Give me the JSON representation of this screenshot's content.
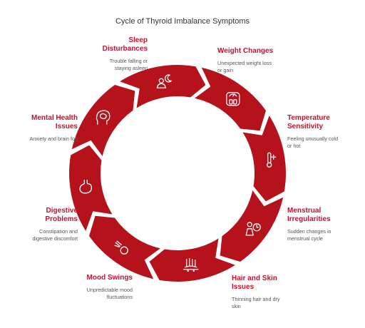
{
  "title": "Cycle of Thyroid Imbalance Symptoms",
  "colors": {
    "accent": "#c8102e",
    "ring": "#b5121b",
    "icon": "#ffffff"
  },
  "segments": [
    {
      "heading": "Weight Changes",
      "description": "Unexpected weight loss\nor gain",
      "icon": "scale-icon"
    },
    {
      "heading": "Temperature\nSensitivity",
      "description": "Feeling unusually cold\nor hot",
      "icon": "thermometer-icon"
    },
    {
      "heading": "Menstrual\nIrregularities",
      "description": "Sudden changes in\nmenstrual cycle",
      "icon": "woman-clock-icon"
    },
    {
      "heading": "Hair and Skin\nIssues",
      "description": "Thinning hair and dry\nskin",
      "icon": "hair-skin-icon"
    },
    {
      "heading": "Mood Swings",
      "description": "Unpredictable mood\nfluctuations",
      "icon": "mood-ball-icon"
    },
    {
      "heading": "Digestive\nProblems",
      "description": "Constipation and\ndigestive discomfort",
      "icon": "stomach-icon"
    },
    {
      "heading": "Mental Health\nIssues",
      "description": "Anxiety and brain fog",
      "icon": "brain-head-icon"
    },
    {
      "heading": "Sleep\nDisturbances",
      "description": "Trouble falling or\nstaying asleep",
      "icon": "sleep-icon"
    }
  ]
}
